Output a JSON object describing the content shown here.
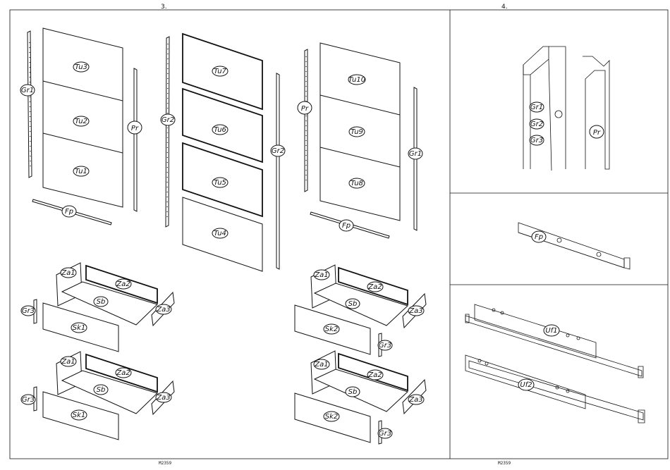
{
  "steps": {
    "left": "3.",
    "right": "4."
  },
  "codes": {
    "left": "M2359",
    "right": "M2359"
  },
  "labels": {
    "tu1": "Tu1",
    "tu2": "Tu2",
    "tu3": "Tu3",
    "tu4": "Tu4",
    "tu5": "Tu5",
    "tu6": "Tu6",
    "tu7": "Tu7",
    "tu8": "Tu8",
    "tu9": "Tu9",
    "tu10": "Tu10",
    "gr1": "Gr1",
    "gr2": "Gr2",
    "gr3": "Gr3",
    "pr": "Pr",
    "fp": "Fp",
    "za1": "Za1",
    "za2": "Za2",
    "za3": "Za3",
    "sb": "Sb",
    "sk1": "Sk1",
    "sk2": "Sk2",
    "uf1": "Uf1",
    "uf2": "Uf2"
  }
}
